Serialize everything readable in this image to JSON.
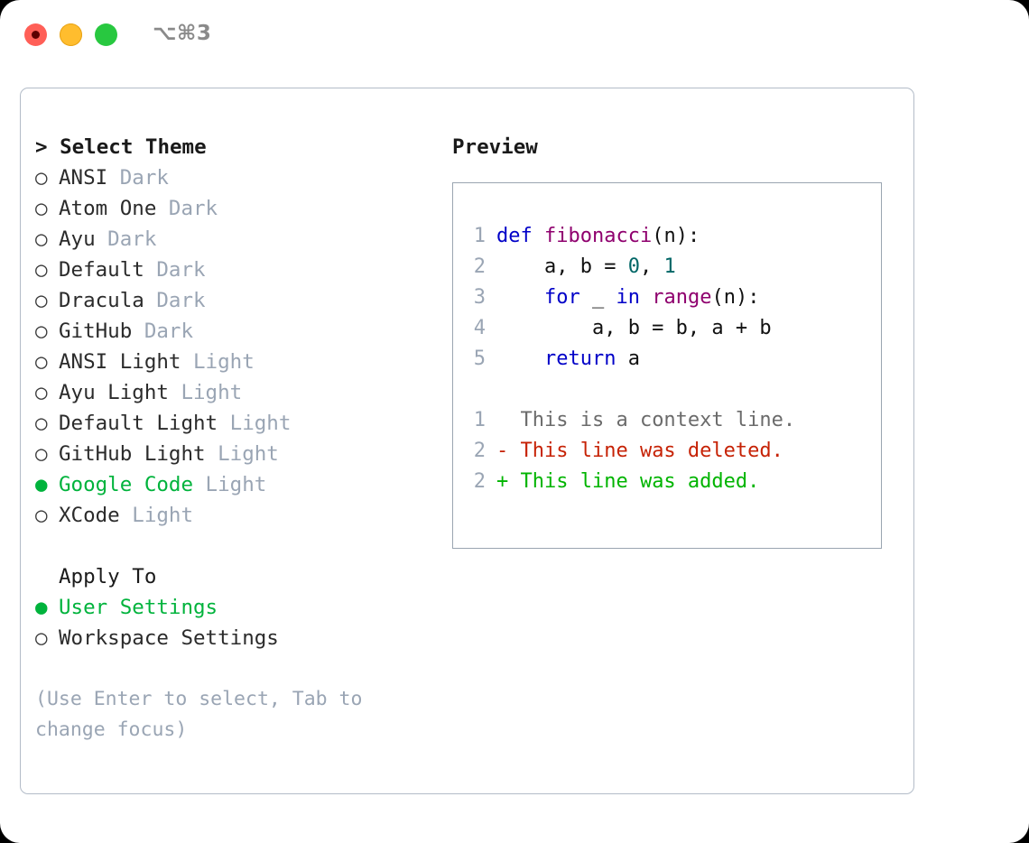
{
  "titlebar": {
    "shortcut": "⌥⌘3",
    "lights": [
      "close-red",
      "minimize-yellow",
      "zoom-green"
    ]
  },
  "theme_selector": {
    "header": "> Select Theme",
    "items": [
      {
        "marker": "○",
        "name": "ANSI",
        "category": "Dark",
        "selected": false
      },
      {
        "marker": "○",
        "name": "Atom One",
        "category": "Dark",
        "selected": false
      },
      {
        "marker": "○",
        "name": "Ayu",
        "category": "Dark",
        "selected": false
      },
      {
        "marker": "○",
        "name": "Default",
        "category": "Dark",
        "selected": false
      },
      {
        "marker": "○",
        "name": "Dracula",
        "category": "Dark",
        "selected": false
      },
      {
        "marker": "○",
        "name": "GitHub",
        "category": "Dark",
        "selected": false
      },
      {
        "marker": "○",
        "name": "ANSI Light",
        "category": "Light",
        "selected": false
      },
      {
        "marker": "○",
        "name": "Ayu Light",
        "category": "Light",
        "selected": false
      },
      {
        "marker": "○",
        "name": "Default Light",
        "category": "Light",
        "selected": false
      },
      {
        "marker": "○",
        "name": "GitHub Light",
        "category": "Light",
        "selected": false
      },
      {
        "marker": "●",
        "name": "Google Code",
        "category": "Light",
        "selected": true
      },
      {
        "marker": "○",
        "name": "XCode",
        "category": "Light",
        "selected": false
      }
    ]
  },
  "apply_to": {
    "header": "Apply To",
    "items": [
      {
        "marker": "●",
        "name": "User Settings",
        "selected": true
      },
      {
        "marker": "○",
        "name": "Workspace Settings",
        "selected": false
      }
    ]
  },
  "hint": "(Use Enter to select, Tab to change focus)",
  "preview": {
    "header": "Preview",
    "code_lines": [
      {
        "num": "1",
        "tokens": [
          {
            "t": "def ",
            "c": "kw"
          },
          {
            "t": "fibonacci",
            "c": "fn"
          },
          {
            "t": "(n):",
            "c": "pln"
          }
        ]
      },
      {
        "num": "2",
        "tokens": [
          {
            "t": "    a, b = ",
            "c": "pln"
          },
          {
            "t": "0",
            "c": "num"
          },
          {
            "t": ", ",
            "c": "pln"
          },
          {
            "t": "1",
            "c": "num"
          }
        ]
      },
      {
        "num": "3",
        "tokens": [
          {
            "t": "    ",
            "c": "pln"
          },
          {
            "t": "for",
            "c": "kw"
          },
          {
            "t": " _ ",
            "c": "pln"
          },
          {
            "t": "in",
            "c": "kw"
          },
          {
            "t": " ",
            "c": "pln"
          },
          {
            "t": "range",
            "c": "fn"
          },
          {
            "t": "(n):",
            "c": "pln"
          }
        ]
      },
      {
        "num": "4",
        "tokens": [
          {
            "t": "        a, b = b, a + b",
            "c": "pln"
          }
        ]
      },
      {
        "num": "5",
        "tokens": [
          {
            "t": "    ",
            "c": "pln"
          },
          {
            "t": "return",
            "c": "kw"
          },
          {
            "t": " a",
            "c": "pln"
          }
        ]
      }
    ],
    "diff_lines": [
      {
        "num": "1",
        "sign": " ",
        "text": " This is a context line.",
        "kind": "context"
      },
      {
        "num": "2",
        "sign": "-",
        "text": " This line was deleted.",
        "kind": "deleted"
      },
      {
        "num": "2",
        "sign": "+",
        "text": " This line was added.",
        "kind": "added"
      }
    ]
  },
  "colors": {
    "accent_green": "#00b33c",
    "muted": "#9aa5b4",
    "keyword": "#0000c8",
    "function": "#8f006e",
    "number": "#006666",
    "diff_deleted": "#c62205",
    "diff_added": "#00b400",
    "diff_context": "#6b6b6b",
    "border": "#b3bcc8"
  }
}
